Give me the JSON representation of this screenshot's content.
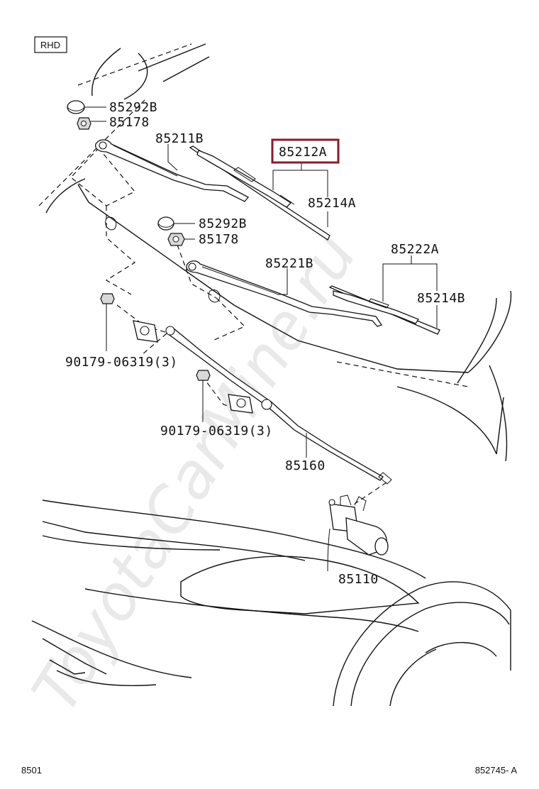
{
  "diagram": {
    "badge": "RHD",
    "watermark": "ToyotaCarMine.ru",
    "highlight_color": "#8b1a2e",
    "footer": {
      "left": "8501",
      "right": "852745- A"
    },
    "callouts": {
      "cap_upper": "85292B",
      "nut_upper": "85178",
      "arm_right": "85211B",
      "blade_assy_right": "85212A",
      "blade_right": "85214A",
      "cap_lower": "85292B",
      "nut_lower": "85178",
      "arm_left": "85221B",
      "blade_assy_left": "85222A",
      "blade_left": "85214B",
      "bolt_upper": "90179-06319(3)",
      "bolt_lower": "90179-06319(3)",
      "link_assy": "85160",
      "motor": "85110"
    }
  }
}
